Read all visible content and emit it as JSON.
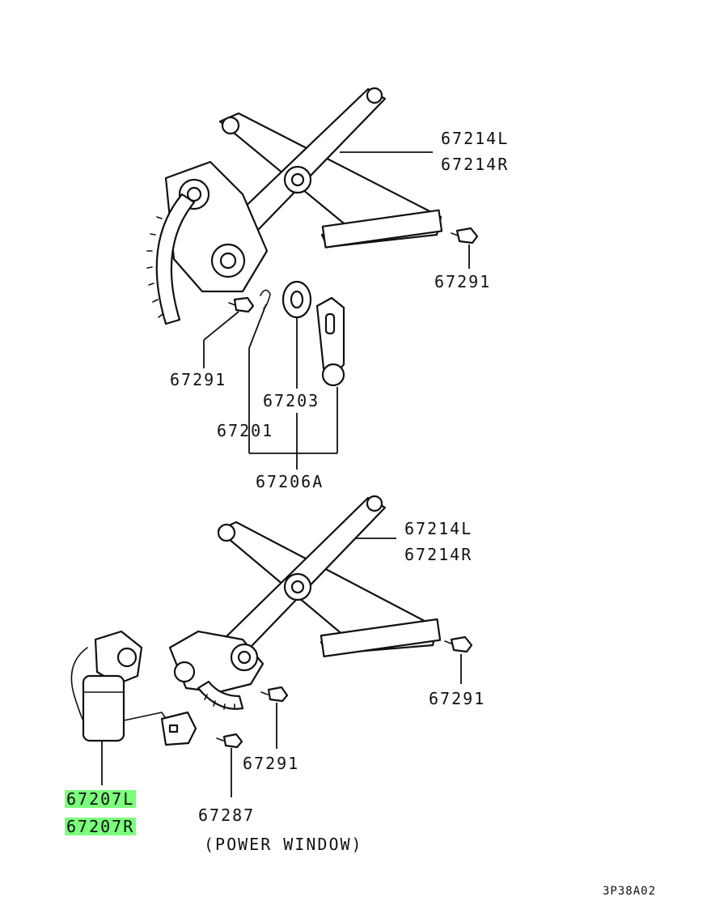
{
  "diagram_id": "3P38A02",
  "caption": "(POWER WINDOW)",
  "highlight_color": "#7CFF7C",
  "manual": {
    "arm_labels": [
      "67214L",
      "67214R"
    ],
    "bolt_right": "67291",
    "bolt_left": "67291",
    "handle_group": "67206A",
    "escutcheon": "67203",
    "clip": "67201"
  },
  "power": {
    "arm_labels": [
      "67214L",
      "67214R"
    ],
    "bolt_right": "67291",
    "bolt_center": "67291",
    "screw": "67287",
    "motor_labels": [
      "67207L",
      "67207R"
    ]
  }
}
